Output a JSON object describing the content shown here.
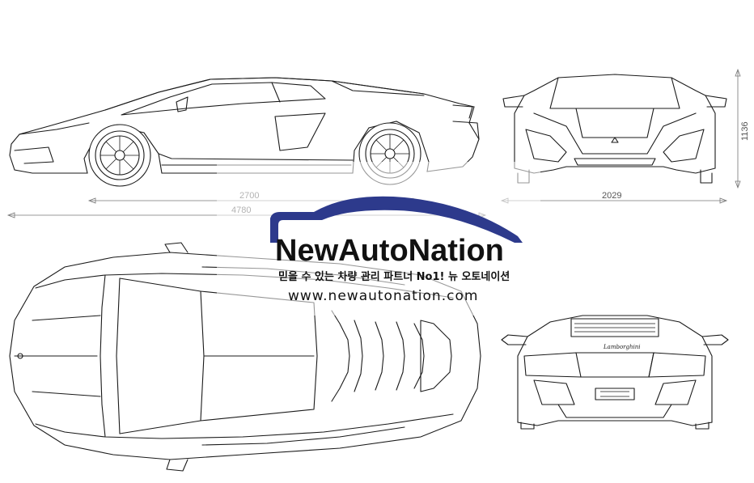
{
  "dimensions": {
    "wheelbase": "2700",
    "overall_length": "4780",
    "overall_width": "2029",
    "overall_height": "1136"
  },
  "watermark": {
    "brand": "NewAutoNation",
    "tagline": "믿을 수 있는 차량 관리 파트너 No1! 뉴 오토네이션",
    "url": "www.newautonation.com",
    "swoosh_color": "#2d3a8c"
  },
  "rear_badge": "Lamborghini",
  "colors": {
    "line": "#1a1a1a",
    "dimension": "#777777"
  }
}
